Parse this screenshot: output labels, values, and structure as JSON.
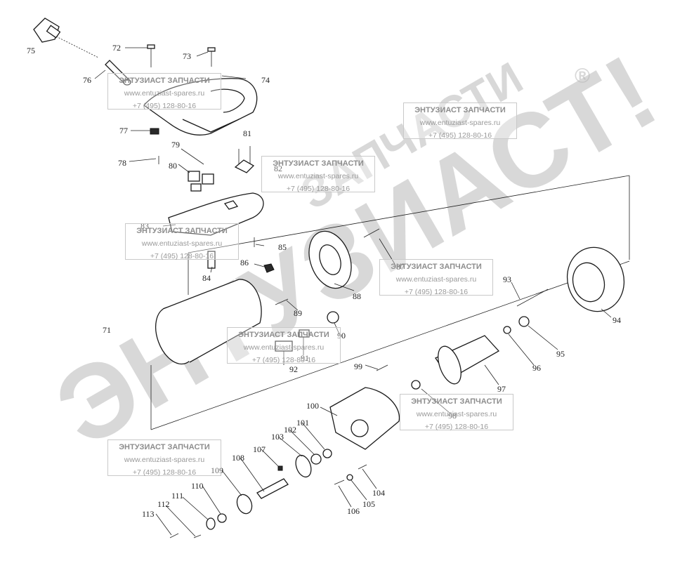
{
  "brand": {
    "big_watermark": "ЭНТУЗИАСТ!",
    "small_watermark": "ЗАПЧАСТИ",
    "registered_mark": "®"
  },
  "stamp": {
    "title": "ЭНТУЗИАСТ ЗАПЧАСТИ",
    "site": "www.entuziast-spares.ru",
    "phone": "+7 (495) 128-80-16"
  },
  "parts": [
    "71",
    "72",
    "73",
    "74",
    "75",
    "76",
    "77",
    "78",
    "79",
    "80",
    "81",
    "82",
    "83",
    "84",
    "85",
    "86",
    "87",
    "88",
    "89",
    "90",
    "91",
    "92",
    "93",
    "94",
    "95",
    "96",
    "97",
    "98",
    "99",
    "100",
    "101",
    "102",
    "103",
    "104",
    "105",
    "106",
    "107",
    "108",
    "109",
    "110",
    "111",
    "112",
    "113"
  ]
}
